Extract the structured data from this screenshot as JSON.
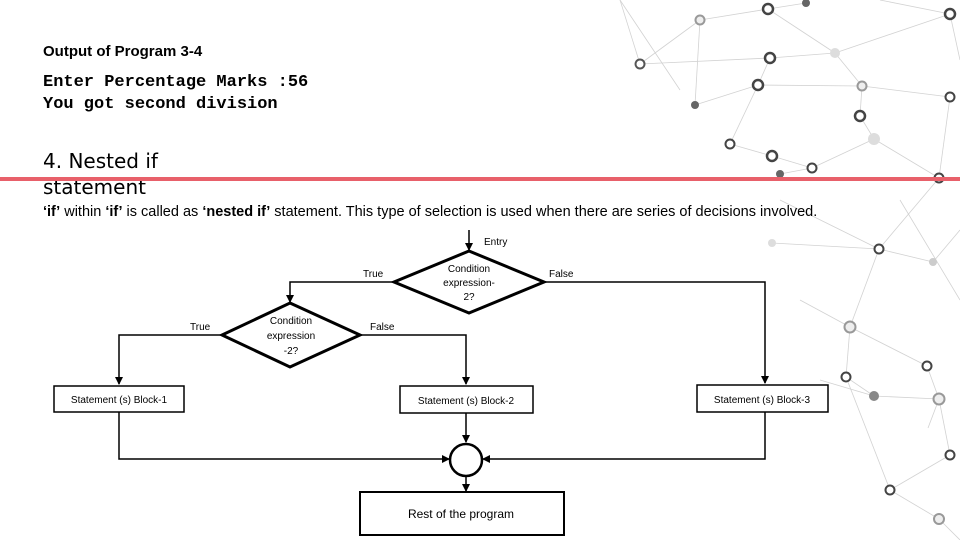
{
  "slide": {
    "output_heading": "Output of Program 3-4",
    "console_lines": [
      "Enter Percentage Marks :56",
      "You got second division"
    ],
    "section_title": "4. Nested if statement",
    "description": {
      "q1": "‘if’",
      "t1": " within ",
      "q2": "‘if’",
      "t2": " is called as ",
      "q3": "‘nested if’",
      "t3": " statement. This type of selection is used when there are series of decisions involved."
    }
  },
  "flowchart": {
    "entry_label": "Entry",
    "outer_condition": [
      "Condition",
      "expression-",
      "2?"
    ],
    "outer_true": "True",
    "outer_false": "False",
    "inner_condition": [
      "Condition",
      "expression",
      "-2?"
    ],
    "inner_true": "True",
    "inner_false": "False",
    "block1": "Statement (s) Block-1",
    "block2": "Statement (s) Block-2",
    "block3": "Statement (s) Block-3",
    "rest": "Rest of the program"
  },
  "colors": {
    "accent_rule": "#e8606a",
    "network_line": "#cfcfcf",
    "node_dark": "#555555"
  }
}
